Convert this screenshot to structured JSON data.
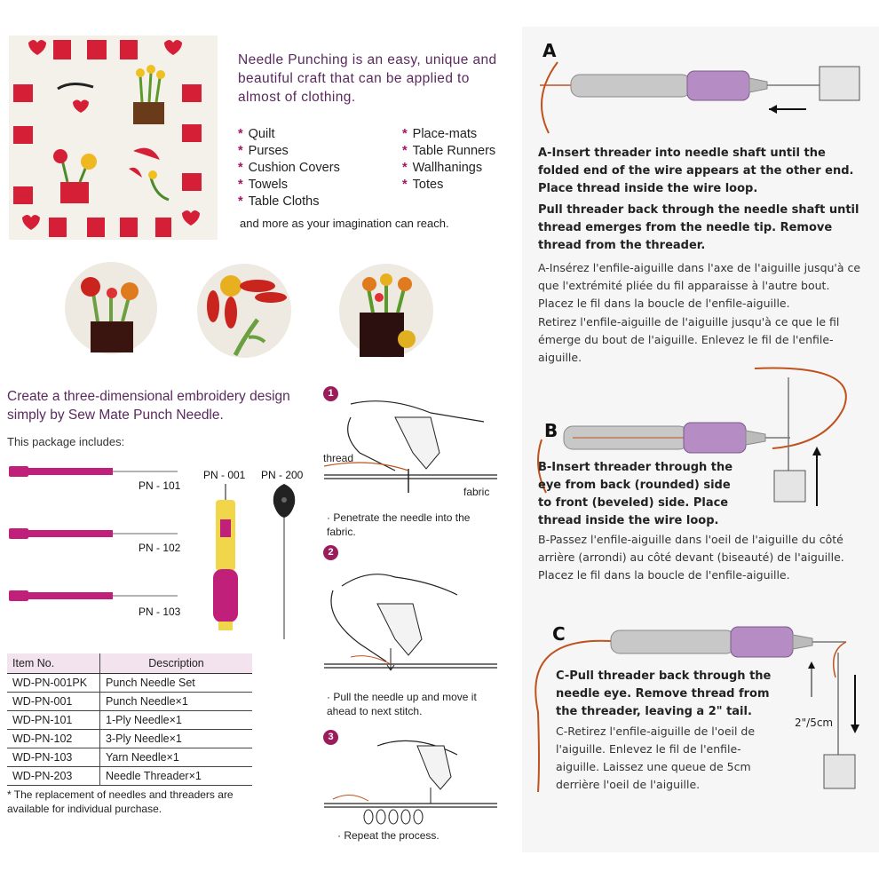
{
  "intro": {
    "text": "Needle Punching is an easy, unique and beautiful craft that can be applied to almost of clothing.",
    "uses_left": [
      "Quilt",
      "Purses",
      "Cushion Covers",
      "Towels",
      "Table Cloths"
    ],
    "uses_right": [
      "Place-mats",
      "Table Runners",
      "Wallhanings",
      "Totes"
    ],
    "more": "and more as your imagination can reach."
  },
  "tagline": "Create a three-dimensional embroidery design simply by Sew Mate Punch Needle.",
  "package_title": "This package includes:",
  "needle_labels": {
    "pn101": "PN - 101",
    "pn102": "PN - 102",
    "pn103": "PN - 103",
    "pn001": "PN - 001",
    "pn200": "PN - 200"
  },
  "table": {
    "headers": [
      "Item No.",
      "Description"
    ],
    "rows": [
      [
        "WD-PN-001PK",
        "Punch Needle Set"
      ],
      [
        "WD-PN-001",
        "Punch Needle×1"
      ],
      [
        "WD-PN-101",
        "1-Ply Needle×1"
      ],
      [
        "WD-PN-102",
        "3-Ply Needle×1"
      ],
      [
        "WD-PN-103",
        "Yarn Needle×1"
      ],
      [
        "WD-PN-203",
        "Needle Threader×1"
      ]
    ]
  },
  "note": "* The replacement of needles and threaders are available for individual purchase.",
  "steps": [
    {
      "num": "1",
      "caption": "· Penetrate the needle into the fabric.",
      "thread_label": "thread",
      "fabric_label": "fabric"
    },
    {
      "num": "2",
      "caption": "· Pull the needle up and move it ahead to next stitch."
    },
    {
      "num": "3",
      "caption": "· Repeat the process."
    }
  ],
  "instructions": {
    "A": {
      "letter": "A",
      "en1": "A-Insert threader into needle shaft until the folded end of the wire appears at the other end. Place thread inside the wire loop.",
      "en2": "Pull threader back through the needle shaft until thread emerges from the needle tip. Remove thread from the threader.",
      "fr1": "A-Insérez l'enfile-aiguille dans l'axe de l'aiguille jusqu'à ce que l'extrémité pliée du fil apparaisse à l'autre bout. Placez le fil dans la boucle de l'enfile-aiguille.",
      "fr2": "Retirez l'enfile-aiguille de l'aiguille jusqu'à ce que le fil émerge du bout de l'aiguille. Enlevez le fil de l'enfile-aiguille."
    },
    "B": {
      "letter": "B",
      "en": "B-Insert threader through the eye from back (rounded) side to front (beveled) side. Place thread inside the wire loop.",
      "fr": "B-Passez l'enfile-aiguille dans l'oeil de l'aiguille du côté arrière (arrondi) au côté devant (biseauté) de l'aiguille. Placez le fil dans la boucle de l'enfile-aiguille."
    },
    "C": {
      "letter": "C",
      "en": "C-Pull threader back through the needle eye. Remove thread from the threader, leaving a 2\" tail.",
      "fr": "C-Retirez l'enfile-aiguille de l'oeil de l'aiguille. Enlevez le fil de l'enfile-aiguille. Laissez une queue de 5cm derrière l'oeil de l'aiguille.",
      "tail_label": "2\"/5cm"
    }
  },
  "colors": {
    "accent": "#9b1c5a",
    "magenta": "#c01f7a",
    "thread": "#c0521e",
    "purple": "#b58cc4"
  }
}
